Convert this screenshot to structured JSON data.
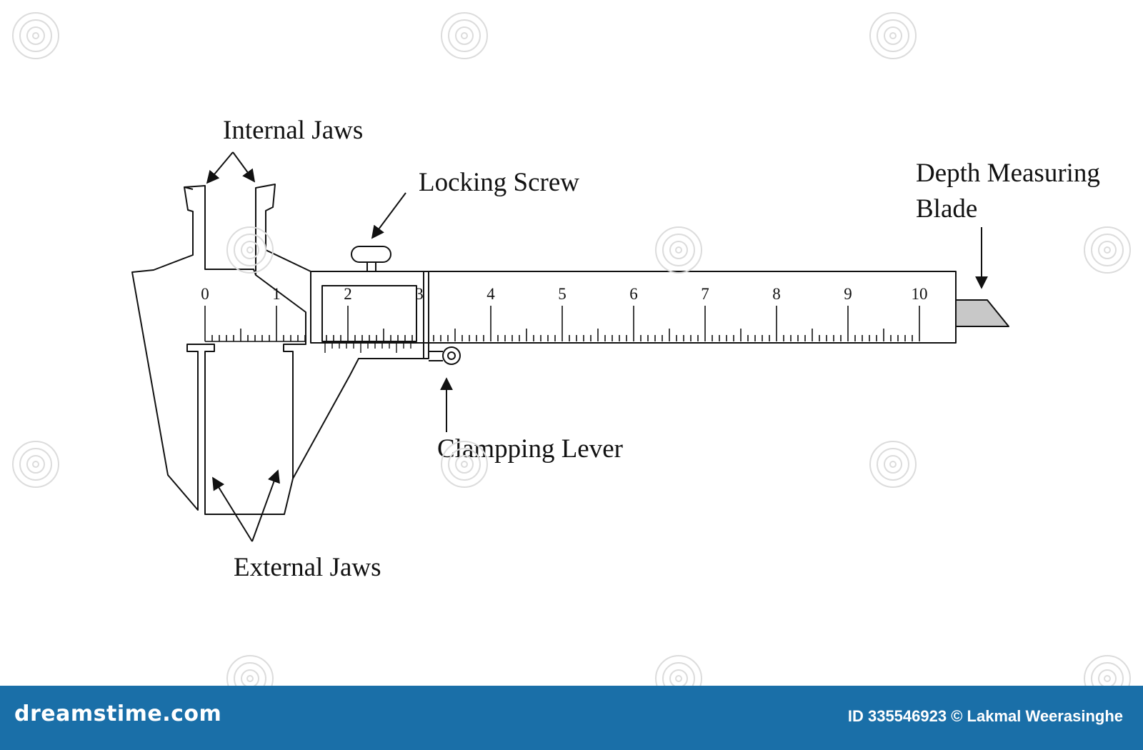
{
  "labels": {
    "internal_jaws": "Internal Jaws",
    "locking_screw": "Locking Screw",
    "depth_blade_line1": "Depth Measuring",
    "depth_blade_line2": "Blade",
    "clamping_lever": "Clampping Lever",
    "external_jaws": "External Jaws"
  },
  "scale": {
    "main_labels": [
      "0",
      "1",
      "2",
      "3",
      "4",
      "5",
      "6",
      "7",
      "8",
      "9",
      "10"
    ]
  },
  "footer": {
    "brand": "dreamstime.com",
    "credit": "ID 335546923 © Lakmal Weerasinghe"
  },
  "colors": {
    "line": "#111111",
    "blade": "#c8c8c8",
    "footer_bg": "#1a6fa8"
  },
  "icons": [
    "dreamstime-watermark-icon"
  ]
}
